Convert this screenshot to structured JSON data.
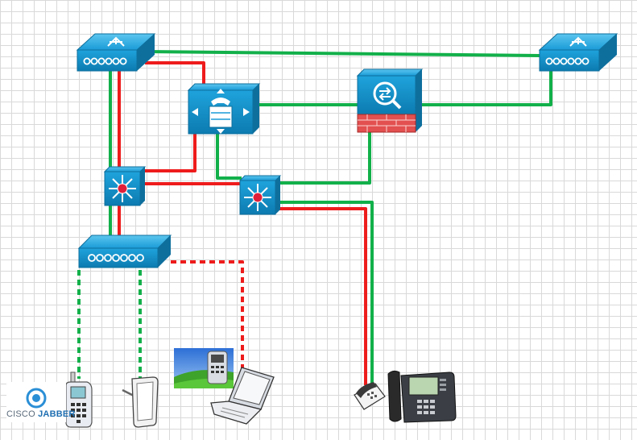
{
  "palette": {
    "green": "#12b04a",
    "red": "#ee1c1c",
    "device_blue": "#1a9bd7",
    "device_dark": "#0f6f9c",
    "firewall_red": "#e2504f"
  },
  "devices": [
    {
      "id": "wlc-top-left",
      "kind": "wireless-controller-icon"
    },
    {
      "id": "wlc-top-right",
      "kind": "wireless-controller-icon"
    },
    {
      "id": "call-manager",
      "kind": "call-manager-icon"
    },
    {
      "id": "asa-firewall",
      "kind": "firewall-icon"
    },
    {
      "id": "l3-switch-left",
      "kind": "multilayer-switch-icon"
    },
    {
      "id": "l3-switch-center",
      "kind": "multilayer-switch-icon"
    },
    {
      "id": "access-point",
      "kind": "access-point-icon"
    },
    {
      "id": "wireless-phone",
      "kind": "wireless-phone-icon"
    },
    {
      "id": "tablet",
      "kind": "tablet-icon"
    },
    {
      "id": "laptop",
      "kind": "laptop-icon"
    },
    {
      "id": "ip-phone",
      "kind": "ip-phone-icon"
    }
  ],
  "links": [
    {
      "from": "wlc-top-left",
      "to": "wlc-top-right",
      "color": "green",
      "style": "solid"
    },
    {
      "from": "asa-firewall",
      "to": "wlc-top-right",
      "color": "green",
      "style": "solid"
    },
    {
      "from": "asa-firewall",
      "to": "call-manager",
      "color": "green",
      "style": "solid"
    },
    {
      "from": "asa-firewall",
      "to": "l3-switch-center",
      "color": "green",
      "style": "solid"
    },
    {
      "from": "wlc-top-left",
      "to": "call-manager",
      "color": "red",
      "style": "solid"
    },
    {
      "from": "wlc-top-left",
      "to": "l3-switch-left",
      "color": "green",
      "style": "solid"
    },
    {
      "from": "wlc-top-left",
      "to": "l3-switch-left",
      "color": "red",
      "style": "solid"
    },
    {
      "from": "call-manager",
      "to": "l3-switch-left",
      "color": "red",
      "style": "solid"
    },
    {
      "from": "call-manager",
      "to": "l3-switch-center",
      "color": "green",
      "style": "solid"
    },
    {
      "from": "l3-switch-left",
      "to": "l3-switch-center",
      "color": "red",
      "style": "solid"
    },
    {
      "from": "l3-switch-left",
      "to": "access-point",
      "color": "green",
      "style": "solid"
    },
    {
      "from": "l3-switch-left",
      "to": "access-point",
      "color": "red",
      "style": "solid"
    },
    {
      "from": "l3-switch-center",
      "to": "ip-phone",
      "color": "green",
      "style": "solid"
    },
    {
      "from": "l3-switch-center",
      "to": "ip-phone",
      "color": "red",
      "style": "solid"
    },
    {
      "from": "access-point",
      "to": "wireless-phone",
      "color": "green",
      "style": "dashed"
    },
    {
      "from": "access-point",
      "to": "tablet",
      "color": "green",
      "style": "dashed"
    },
    {
      "from": "access-point",
      "to": "laptop",
      "color": "red",
      "style": "dashed"
    }
  ],
  "jabber_logo": {
    "vendor": "CISCO",
    "product": "JABBER"
  }
}
